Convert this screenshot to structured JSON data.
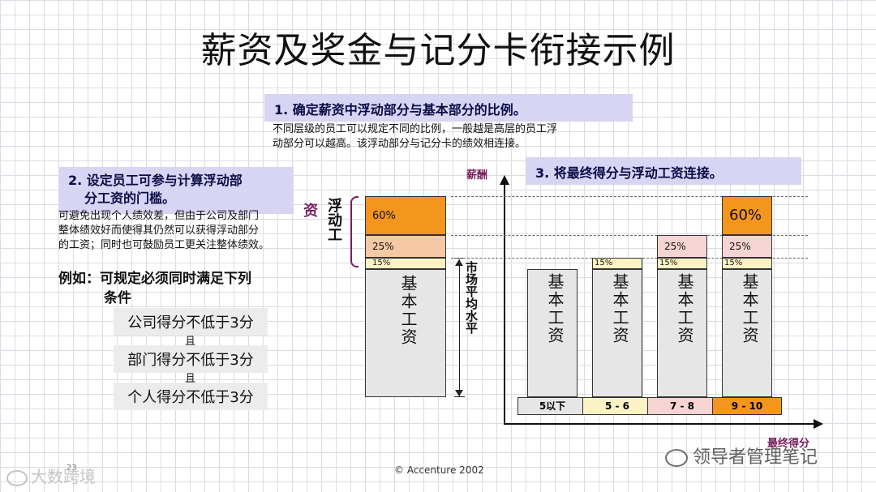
{
  "title": "薪资及奖金与记分卡衔接示例",
  "step1": {
    "heading": "1. 确定薪资中浮动部分与基本部分的比例。",
    "desc_line1": "不同层级的员工可以规定不同的比例，一般越是高层的员工浮",
    "desc_line2": "动部分可以越高。该浮动部分与记分卡的绩效相连接。"
  },
  "step2": {
    "heading_line1": "2. 设定员工可参与计算浮动部",
    "heading_line2": "分工资的门槛。",
    "desc_line1": "可避免出现个人绩效差，但由于公司及部门",
    "desc_line2": "整体绩效好而使得其仍然可以获得浮动部分",
    "desc_line3": "的工资；同时也可鼓励员工更关注整体绩效。",
    "example_line1": "例如：可规定必须同时满足下列",
    "example_line2": "条件",
    "conditions": [
      "公司得分不低于3分",
      "部门得分不低于3分",
      "个人得分不低于3分"
    ],
    "and_label": "且"
  },
  "step3": {
    "heading": "3. 将最终得分与浮动工资连接。"
  },
  "left_bar": {
    "segments": [
      "60%",
      "25%",
      "15%"
    ],
    "base_label": "基本工资",
    "float_label_a": "资",
    "float_label_b": "浮动工",
    "market_label": "市场平均水平"
  },
  "chart_data": {
    "type": "bar",
    "ylabel": "薪酬",
    "xlabel": "最终得分",
    "categories": [
      "5以下",
      "5 - 6",
      "7 - 8",
      "9 - 10"
    ],
    "category_colors": [
      "#e6e6e6",
      "#fbf3c4",
      "#f7d4d4",
      "#f4951e"
    ],
    "series": [
      {
        "name": "基本工资",
        "values": [
          1,
          1,
          1,
          1
        ]
      },
      {
        "values": [
          null,
          "15%",
          "15%",
          "15%"
        ]
      },
      {
        "values": [
          null,
          null,
          "25%",
          "25%"
        ]
      },
      {
        "values": [
          null,
          null,
          null,
          "60%"
        ]
      }
    ],
    "bar_base_label": "基本工资"
  },
  "footer": {
    "copyright": "© Accenture 2002",
    "page": "23"
  },
  "watermarks": {
    "left": "大数跨境",
    "right": "领导者管理笔记"
  }
}
